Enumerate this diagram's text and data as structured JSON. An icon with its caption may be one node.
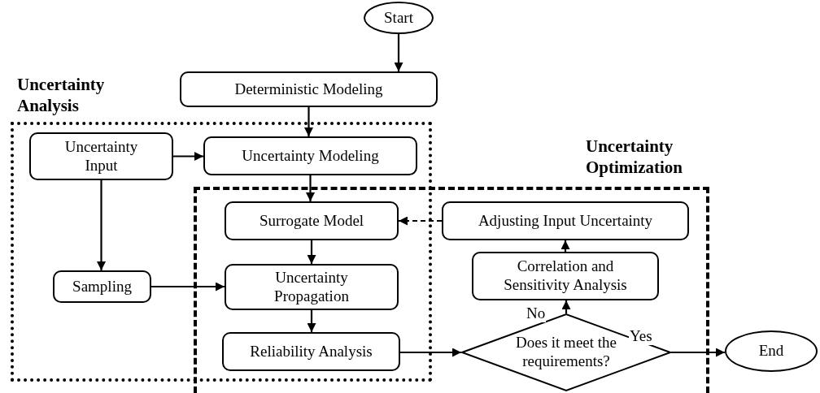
{
  "diagram": {
    "nodes": [
      {
        "text": [
          "Start"
        ]
      },
      {
        "text": [
          "Deterministic Modeling"
        ]
      },
      {
        "text": [
          "Uncertainty Analysis"
        ]
      },
      {
        "text": [
          "Uncertainty Input"
        ],
        "in": 2
      },
      {
        "text": [
          "Uncertainty Modeling"
        ],
        "in": 2
      },
      {
        "text": [
          "Uncertainty Optimization"
        ]
      },
      {
        "text": [
          "Surrogate Model"
        ]
      },
      {
        "text": [
          "Adjusting Input Uncertainty"
        ],
        "in": 5
      },
      {
        "text": [
          "Sampling"
        ],
        "in": 2
      },
      {
        "text": [
          "Uncertainty Propagation"
        ]
      },
      {
        "text": [
          "Correlation and Sensitivity Analysis"
        ],
        "in": 5
      },
      {
        "text": [
          "Reliability Analysis"
        ]
      },
      {
        "text": [
          "Does it meet the requirements?"
        ],
        "in": 5
      },
      {
        "text": [
          "End"
        ]
      }
    ],
    "edges": [
      {
        "from": 0,
        "to": 1,
        "arrow": "to"
      },
      {
        "from": 1,
        "to": 4,
        "arrow": "to"
      },
      {
        "from": 3,
        "to": 4,
        "arrow": "to"
      },
      {
        "from": 3,
        "to": 8,
        "arrow": "to"
      },
      {
        "from": 4,
        "to": 6,
        "arrow": "to"
      },
      {
        "from": 7,
        "to": 6,
        "arrow": "to",
        "style": "dashed"
      },
      {
        "from": 8,
        "to": 9,
        "arrow": "to"
      },
      {
        "from": 6,
        "to": 9,
        "arrow": "to"
      },
      {
        "from": 9,
        "to": 11,
        "arrow": "to"
      },
      {
        "from": 11,
        "to": 12,
        "arrow": "to"
      },
      {
        "from": 12,
        "to": 10,
        "arrow": "to",
        "label": "No"
      },
      {
        "from": 10,
        "to": 7,
        "arrow": "to"
      },
      {
        "from": 12,
        "to": 13,
        "arrow": "to",
        "label": "Yes"
      }
    ]
  }
}
